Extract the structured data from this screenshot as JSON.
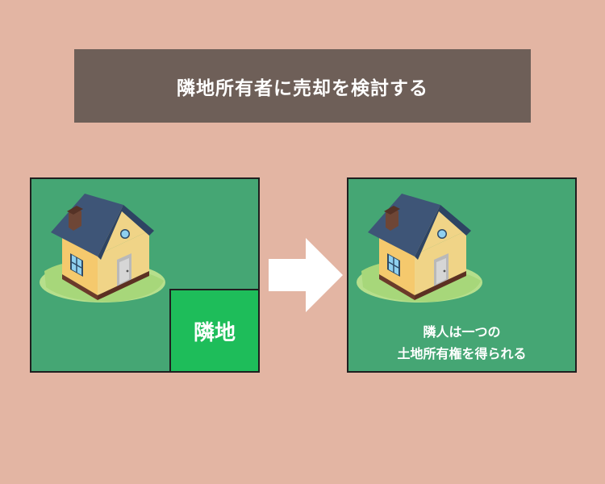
{
  "title": "隣地所有者に売却を検討する",
  "left_panel": {
    "house_icon": "house-icon",
    "neighbor_label": "隣地"
  },
  "arrow_icon": "right-arrow-icon",
  "right_panel": {
    "house_icon": "house-icon",
    "result_line1": "隣人は一つの",
    "result_line2": "土地所有権を得られる"
  },
  "colors": {
    "background": "#e3b5a3",
    "banner": "#6e5f58",
    "panel": "#45a674",
    "neighbor_lot": "#1ebd5a",
    "border": "#1f1f1f"
  }
}
